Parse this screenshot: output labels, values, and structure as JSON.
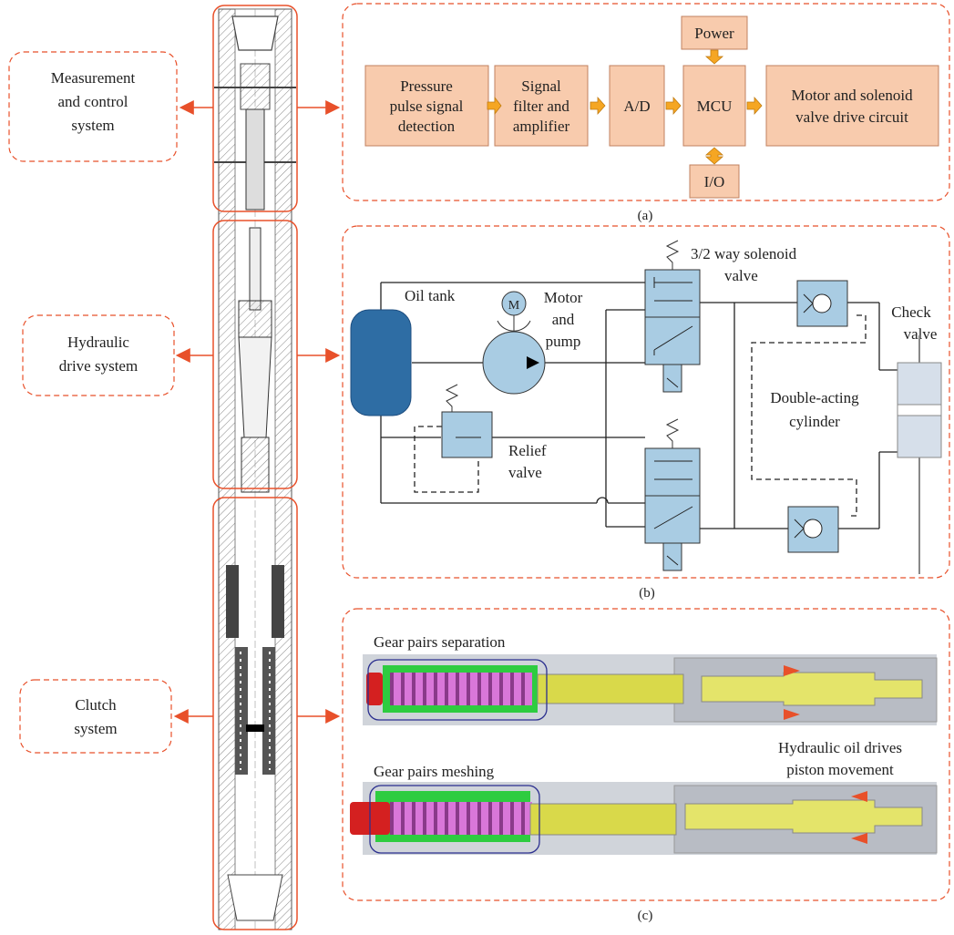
{
  "systems": {
    "measurement": [
      "Measurement",
      "and control",
      "system"
    ],
    "hydraulic": [
      "Hydraulic",
      "drive system"
    ],
    "clutch": [
      "Clutch",
      "system"
    ]
  },
  "block_diagram": {
    "pressure": [
      "Pressure",
      "pulse signal",
      "detection"
    ],
    "filter": [
      "Signal",
      "filter and",
      "amplifier"
    ],
    "ad": "A/D",
    "mcu": "MCU",
    "power": "Power",
    "io": "I/O",
    "motor_drive": [
      "Motor and solenoid",
      "valve drive circuit"
    ]
  },
  "hydraulic_diagram": {
    "oil_tank": "Oil tank",
    "motor_pump": [
      "Motor",
      "and",
      "pump"
    ],
    "motor_symbol": "M",
    "solenoid": [
      "3/2 way solenoid",
      "valve"
    ],
    "check_valve": [
      "Check",
      "valve"
    ],
    "cylinder": [
      "Double-acting",
      "cylinder"
    ],
    "relief": [
      "Relief",
      "valve"
    ]
  },
  "clutch_diagram": {
    "separation": "Gear pairs separation",
    "meshing": "Gear pairs meshing",
    "hydraulic_oil": [
      "Hydraulic oil drives",
      "piston movement"
    ]
  },
  "captions": {
    "a": "(a)",
    "b": "(b)",
    "c": "(c)"
  },
  "colors": {
    "box_fill": "#F8CBAD",
    "arrow_red": "#E8502A",
    "arrow_orange": "#F5A623",
    "dash_red": "#E8502A",
    "valve_fill": "#A9CCE3",
    "tank_fill": "#2E6DA4",
    "gear_green": "#2ECC40",
    "gear_pink": "#D977D9",
    "piston_yellow": "#D9D94A",
    "housing_grey": "#B8BCC4"
  }
}
